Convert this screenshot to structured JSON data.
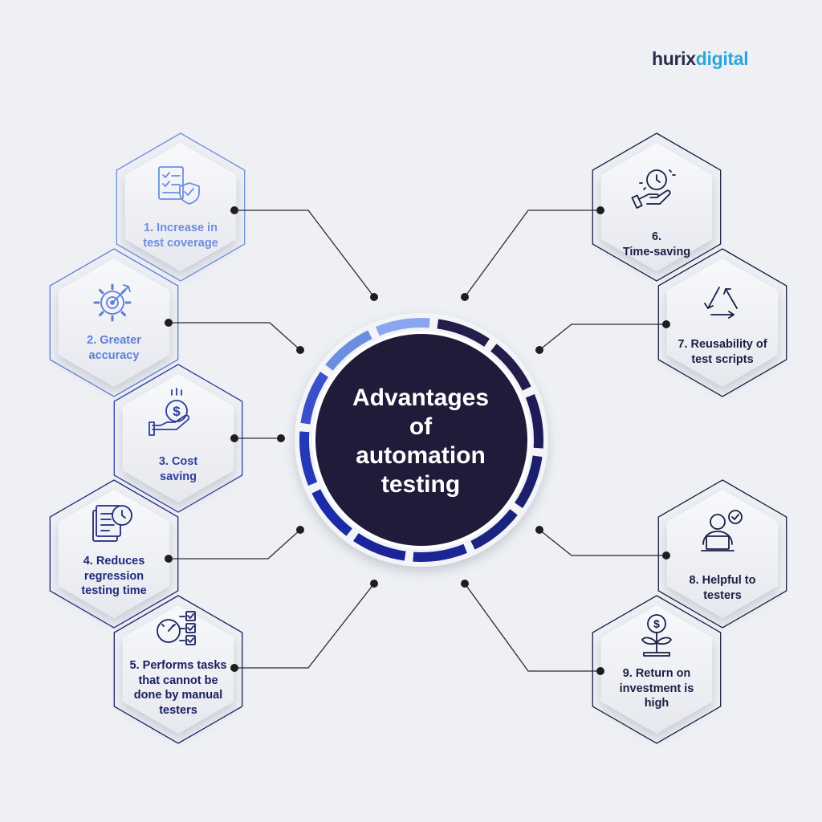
{
  "brand": {
    "part1": "hurix",
    "part2": "digital"
  },
  "title": {
    "lines": [
      "Advantages",
      "of",
      "automation",
      "testing"
    ]
  },
  "items": [
    {
      "lines": [
        "1. Increase in",
        "test coverage"
      ],
      "icon": "checklist-shield-icon",
      "color": "#6b8fe0"
    },
    {
      "lines": [
        "2. Greater",
        "accuracy"
      ],
      "icon": "target-gear-icon",
      "color": "#5e7fd8"
    },
    {
      "lines": [
        "3. Cost",
        "saving"
      ],
      "icon": "hand-dollar-icon",
      "color": "#2c3e9e"
    },
    {
      "lines": [
        "4. Reduces",
        "regression",
        "testing time"
      ],
      "icon": "document-clock-icon",
      "color": "#1f2a7a"
    },
    {
      "lines": [
        "5. Performs tasks",
        "that cannot be",
        "done by manual",
        "testers"
      ],
      "icon": "gauge-checklist-icon",
      "color": "#1a2060"
    },
    {
      "lines": [
        "6.",
        "Time-saving"
      ],
      "icon": "hand-clock-icon",
      "color": "#1c1d45"
    },
    {
      "lines": [
        "7. Reusability of",
        "test scripts"
      ],
      "icon": "recycle-icon",
      "color": "#1c1d45"
    },
    {
      "lines": [
        "8. Helpful to",
        "testers"
      ],
      "icon": "tester-laptop-icon",
      "color": "#1c1d45"
    },
    {
      "lines": [
        "9. Return on",
        "investment is",
        "high"
      ],
      "icon": "money-plant-icon",
      "color": "#1c1d45"
    }
  ],
  "colors": {
    "background": "#eef0f4",
    "center_circle": "#211b3a",
    "ring_light": "#6b8fe0",
    "ring_dark": "#1c1a4a",
    "connector": "#2a2a2a"
  }
}
